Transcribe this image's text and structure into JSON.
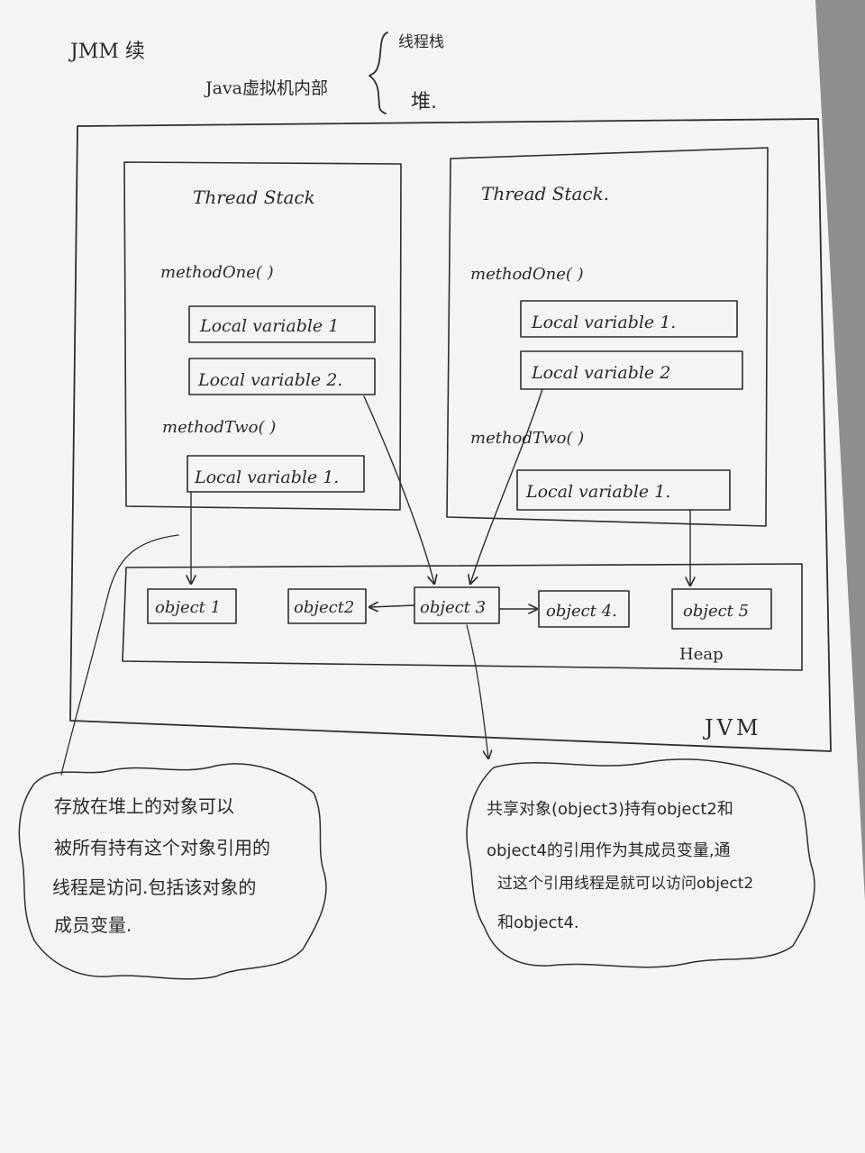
{
  "header": {
    "title": "JMM 续",
    "java_internal": "Java虚拟机内部",
    "thread_stack_cn": "线程栈",
    "heap_cn": "堆."
  },
  "threads": [
    {
      "title": "Thread Stack",
      "method_one": "methodOne( )",
      "method_one_vars": [
        "Local variable 1",
        "Local variable 2."
      ],
      "method_two": "methodTwo( )",
      "method_two_vars": [
        "Local variable 1."
      ]
    },
    {
      "title": "Thread Stack.",
      "method_one": "methodOne( )",
      "method_one_vars": [
        "Local variable 1.",
        "Local variable 2"
      ],
      "method_two": "methodTwo( )",
      "method_two_vars": [
        "Local variable 1."
      ]
    }
  ],
  "heap": {
    "label": "Heap",
    "objects": [
      "object 1",
      "object2",
      "object 3",
      "object 4.",
      "object 5"
    ]
  },
  "jvm_label": "JVM",
  "notes": {
    "left": [
      "存放在堆上的对象可以",
      "被所有持有这个对象引用的",
      "线程是访问.包括该对象的",
      "成员变量."
    ],
    "right": [
      "共享对象(object3)持有object2和",
      "object4的引用作为其成员变量,通",
      "过这个引用线程是就可以访问object2",
      "和object4."
    ]
  },
  "colors": {
    "paper": "#f4f4f2",
    "ink": "#2d2d31",
    "background": "#8d8f8c"
  }
}
